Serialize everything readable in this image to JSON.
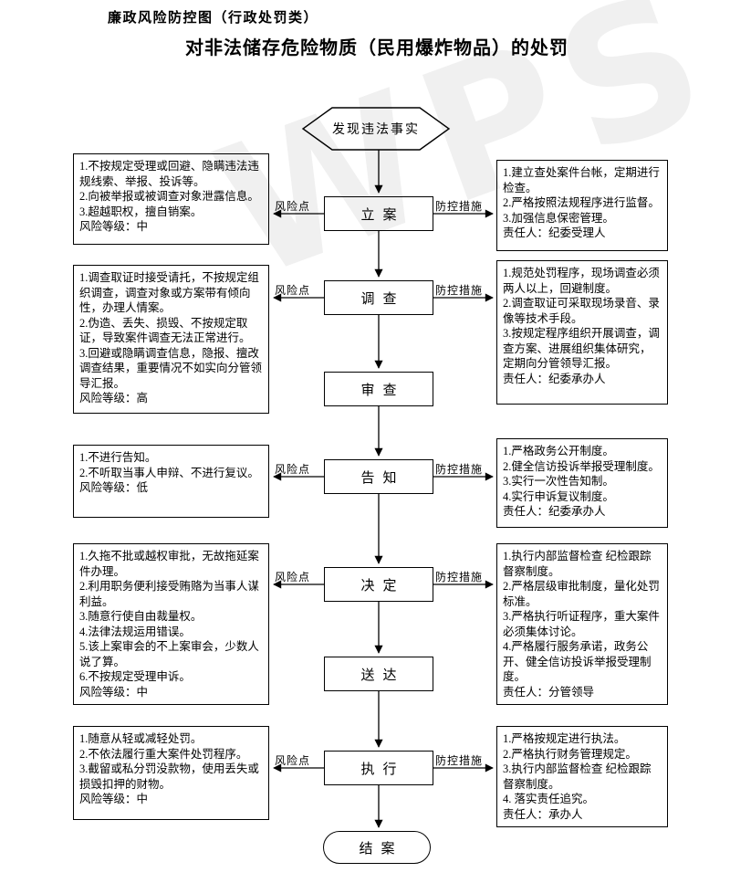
{
  "page": {
    "title_small": "廉政风险防控图（行政处罚类）",
    "title_main": "对非法储存危险物质（民用爆炸物品）的处罚"
  },
  "watermark": "WPS",
  "connector": {
    "risk": "风险点",
    "control": "防控措施"
  },
  "flow": {
    "start": "发现违法事实",
    "steps": [
      "立案",
      "调查",
      "审查",
      "告知",
      "决定",
      "送达",
      "执行"
    ],
    "end": "结案"
  },
  "risk_boxes": [
    {
      "text": "1.不按规定受理或回避、隐瞒违法违规线索、举报、投诉等。\n2.向被举报或被调查对象泄露信息。\n3.超越职权，擅自销案。\n风险等级：中"
    },
    {
      "text": "1.调查取证时接受请托，不按规定组织调查，调查对象或方案带有倾向性，办理人情案。\n2.伪造、丢失、损毁、不按规定取证，导致案件调查无法正常进行。\n3.回避或隐瞒调查信息，隐报、擅改调查结果，重要情况不如实向分管领导汇报。\n风险等级：高"
    },
    {
      "text": "1.不进行告知。\n2.不听取当事人申辩、不进行复议。\n风险等级：低"
    },
    {
      "text": "1.久拖不批或越权审批，无故拖延案件办理。\n2.利用职务便利接受贿赂为当事人谋利益。\n3.随意行使自由裁量权。\n4.法律法规运用错误。\n5.该上案审会的不上案审会，少数人说了算。\n6.不按规定受理申诉。\n风险等级：中"
    },
    {
      "text": "1.随意从轻或减轻处罚。\n2.不依法履行重大案件处罚程序。\n3.截留或私分罚没款物，使用丢失或损毁扣押的财物。\n风险等级：中"
    }
  ],
  "control_boxes": [
    {
      "text": "1.建立查处案件台帐，定期进行检查。\n2.严格按照法规程序进行监督。\n3.加强信息保密管理。\n责任人：纪委受理人"
    },
    {
      "text": "1.规范处罚程序，现场调查必须两人以上，回避制度。\n2.调查取证可采取现场录音、录像等技术手段。\n3.按规定程序组织开展调查，调查方案、进展组织集体研究，定期向分管领导汇报。\n责任人：纪委承办人"
    },
    {
      "text": "1.严格政务公开制度。\n2.健全信访投诉举报受理制度。\n3.实行一次性告知制。\n4.实行申诉复议制度。\n责任人：纪委承办人"
    },
    {
      "text": "1.执行内部监督检查 纪检跟踪督察制度。\n2.严格层级审批制度，量化处罚标准。\n3.严格执行听证程序，重大案件必须集体讨论。\n4.严格履行服务承诺，政务公开、健全信访投诉举报受理制度。\n责任人：分管领导"
    },
    {
      "text": "1.严格按规定进行执法。\n2.严格执行财务管理规定。\n3.执行内部监督检查 纪检跟踪督察制度。\n4. 落实责任追究。\n责任人：承办人"
    }
  ]
}
